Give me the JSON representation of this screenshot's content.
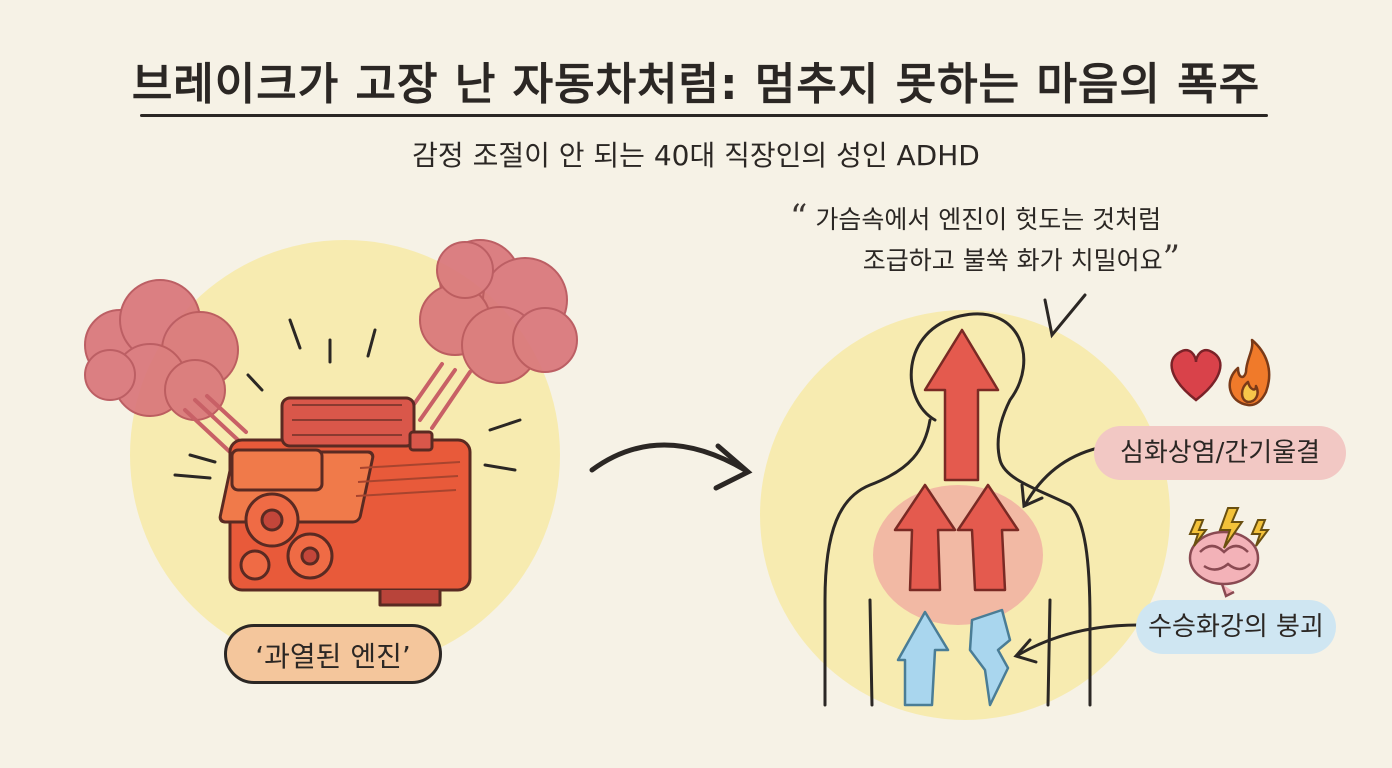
{
  "title": "브레이크가 고장 난 자동차처럼: 멈추지 못하는 마음의 폭주",
  "subtitle": "감정 조절이 안 되는 40대 직장인의 성인 ADHD",
  "engine": {
    "label": "‘과열된 엔진’",
    "icon": "overheated-engine-icon"
  },
  "quote": {
    "line1": "가슴속에서 엔진이 헛도는 것처럼",
    "line2": "조급하고 불쑥 화가 치밀어요",
    "open_mark": "“",
    "close_mark": "”"
  },
  "body_labels": {
    "heart_fire": "심화상염/간기울결",
    "water_fire": "수승화강의 붕괴"
  },
  "icons": [
    "heart-icon",
    "fire-icon",
    "brain-icon",
    "lightning-icon"
  ],
  "colors": {
    "background": "#f6f2e6",
    "glow": "#f7ebb0",
    "engine": "#e85a3a",
    "smoke": "#d9767a",
    "up_arrow": "#e45a4e",
    "cool_arrow": "#a9d6ee",
    "label_engine": "#f4c69c",
    "label_heart": "#f2c8c4",
    "label_water": "#cfe6f2"
  }
}
